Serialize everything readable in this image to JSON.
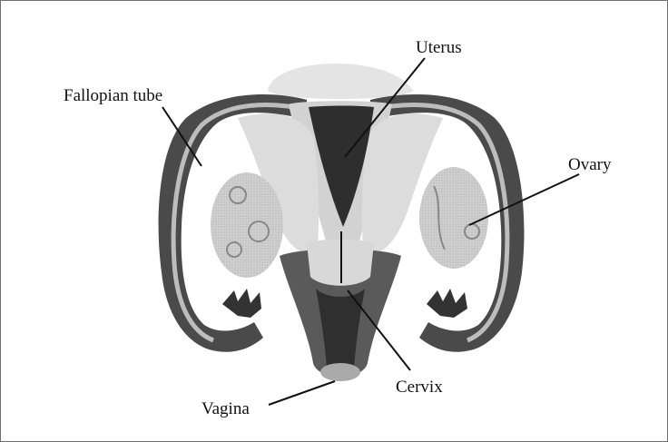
{
  "labels": {
    "uterus": "Uterus",
    "fallopian_tube": "Fallopian tube",
    "ovary": "Ovary",
    "cervix": "Cervix",
    "vagina": "Vagina"
  },
  "colors": {
    "dark": "#3a3a3a",
    "mid": "#8c8c8c",
    "light": "#c9c9c9",
    "lighter": "#dedede",
    "pale": "#ececec",
    "line": "#111111"
  }
}
